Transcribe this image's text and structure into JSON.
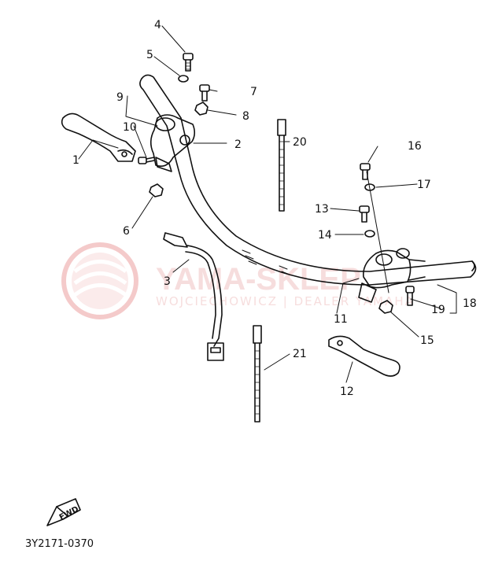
{
  "callouts": [
    {
      "id": "1",
      "text": "1"
    },
    {
      "id": "2",
      "text": "2"
    },
    {
      "id": "3",
      "text": "3"
    },
    {
      "id": "4",
      "text": "4"
    },
    {
      "id": "5",
      "text": "5"
    },
    {
      "id": "6",
      "text": "6"
    },
    {
      "id": "7",
      "text": "7"
    },
    {
      "id": "8",
      "text": "8"
    },
    {
      "id": "9",
      "text": "9"
    },
    {
      "id": "10",
      "text": "10"
    },
    {
      "id": "11",
      "text": "11"
    },
    {
      "id": "12",
      "text": "12"
    },
    {
      "id": "13",
      "text": "13"
    },
    {
      "id": "14",
      "text": "14"
    },
    {
      "id": "15",
      "text": "15"
    },
    {
      "id": "16",
      "text": "16"
    },
    {
      "id": "17",
      "text": "17"
    },
    {
      "id": "18",
      "text": "18"
    },
    {
      "id": "19",
      "text": "19"
    },
    {
      "id": "20",
      "text": "20"
    },
    {
      "id": "21",
      "text": "21"
    }
  ],
  "direction_label": "FWD",
  "diagram_code": "3Y2171-0370",
  "watermark": {
    "brand": "YAMA-SKLEP",
    "dealer": "WOJCIECHOWICZ | DEALER YAMAHA",
    "color": "#e8a0a0"
  },
  "colors": {
    "ink": "#111111",
    "background": "#ffffff"
  }
}
